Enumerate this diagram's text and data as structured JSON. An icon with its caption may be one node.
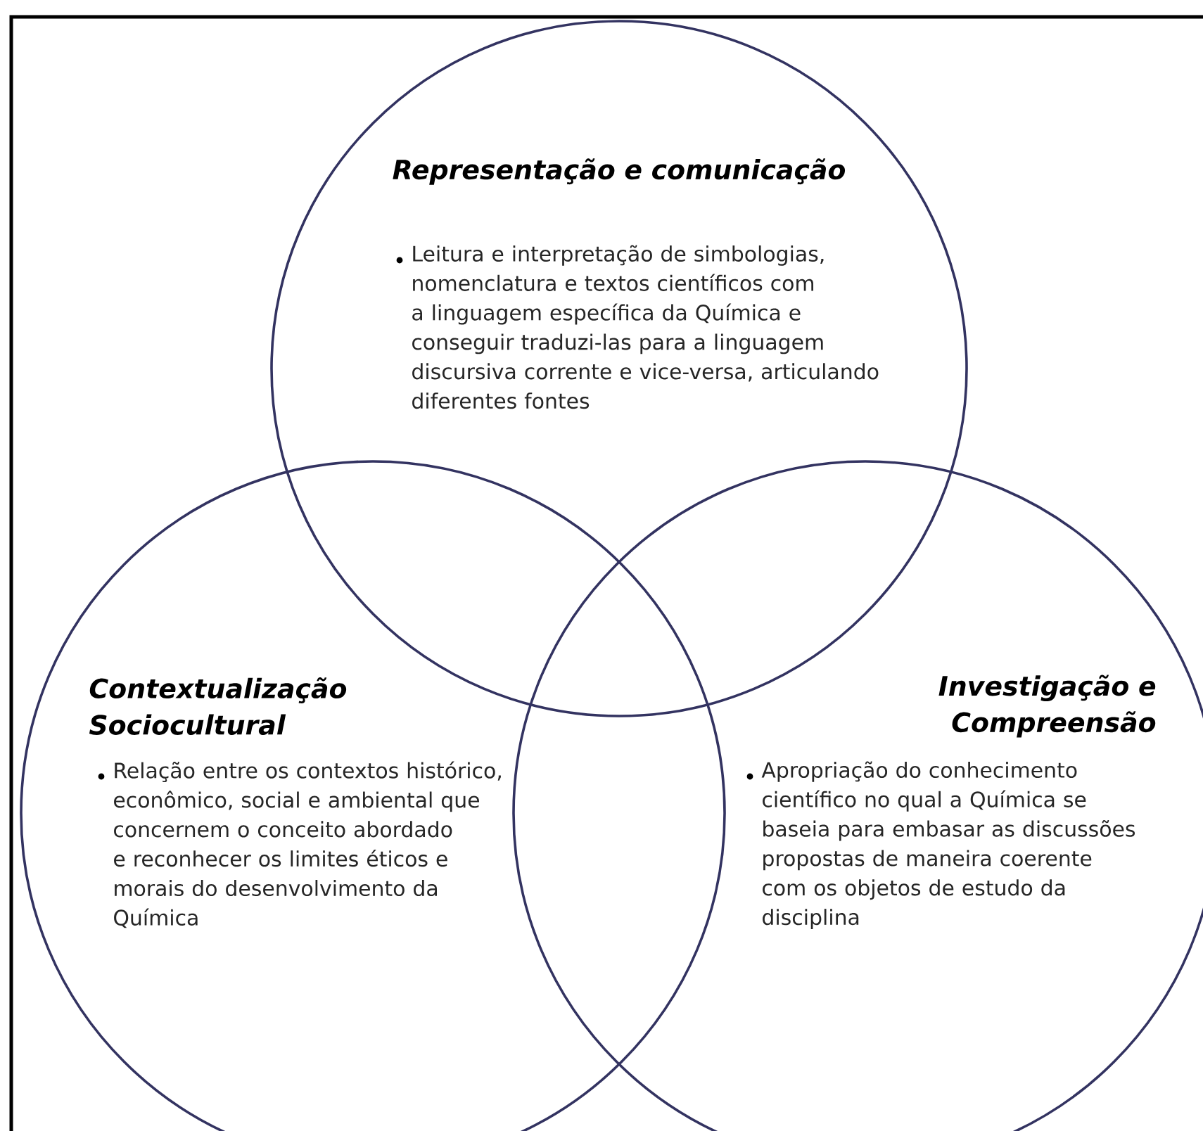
{
  "diagram": {
    "nodes": [
      {
        "text": [
          "Representação e comunicação",
          "Leitura e interpretação de simbologias, nomenclatura e textos científicos com a linguagem específica da Química e conseguir traduzi-las para a linguagem discursiva corrente e vice-versa, articulando diferentes fontes"
        ]
      },
      {
        "text": [
          "Contextualização Sociocultural",
          "Relação entre os contextos histórico, econômico, social e ambiental que concernem o conceito abordado e reconhecer os limites éticos e morais do desenvolvimento da Química"
        ]
      },
      {
        "text": [
          "Investigação e Compreensão",
          "Apropriação do conhecimento científico no qual a Química se baseia para embasar as discussões propostas de maneira coerente com os objetos de estudo da disciplina"
        ]
      }
    ]
  }
}
